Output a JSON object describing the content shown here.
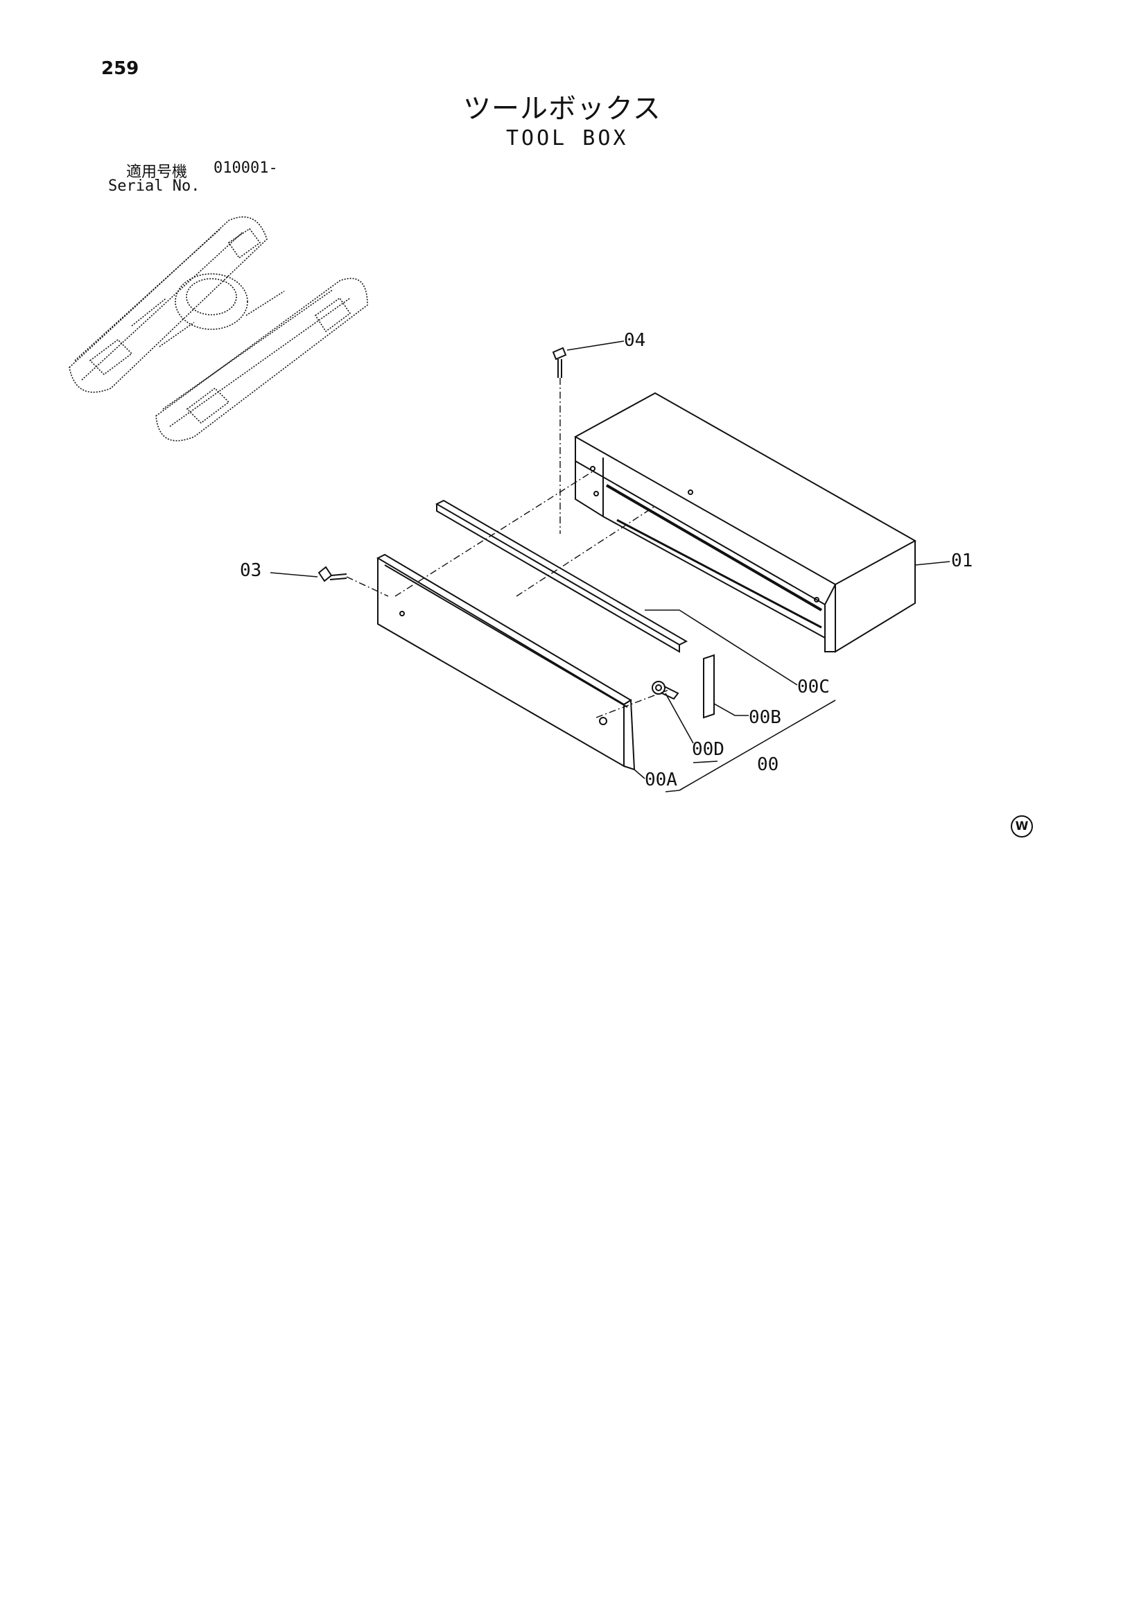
{
  "page_number": "259",
  "title": {
    "japanese": "ツールボックス",
    "english": "TOOL BOX"
  },
  "serial": {
    "label_jp": "適用号機",
    "range": "010001-",
    "label_en": "Serial No."
  },
  "callouts": {
    "c00": "00",
    "c00a": "00A",
    "c00b": "00B",
    "c00c": "00C",
    "c00d": "00D",
    "c01": "01",
    "c03": "03",
    "c04": "04"
  },
  "mark": "W",
  "line_color": "#111111"
}
